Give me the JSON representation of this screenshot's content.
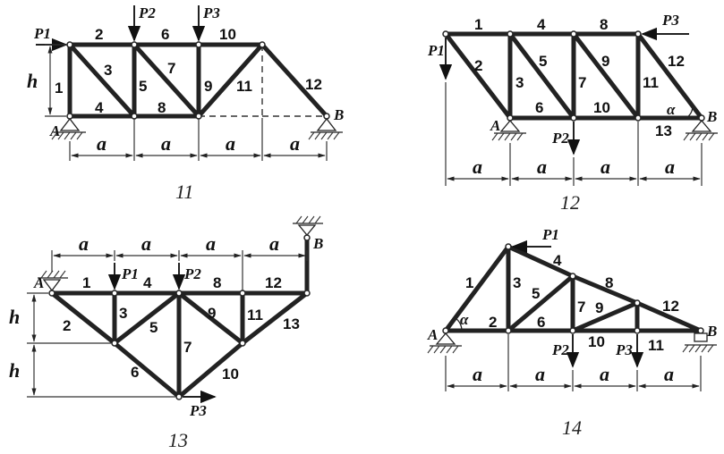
{
  "figures": [
    {
      "number": "11",
      "bar_labels": [
        "1",
        "2",
        "3",
        "4",
        "5",
        "6",
        "7",
        "8",
        "9",
        "10",
        "11",
        "12"
      ],
      "forces": [
        "P1",
        "P2",
        "P3"
      ],
      "supports": [
        "A",
        "B"
      ],
      "dimensions": [
        "a",
        "a",
        "a",
        "a",
        "h"
      ]
    },
    {
      "number": "12",
      "bar_labels": [
        "1",
        "2",
        "3",
        "4",
        "5",
        "6",
        "7",
        "8",
        "9",
        "10",
        "11",
        "12",
        "13"
      ],
      "forces": [
        "P1",
        "P2",
        "P3"
      ],
      "supports": [
        "A",
        "B"
      ],
      "angle": "α",
      "dimensions": [
        "a",
        "a",
        "a",
        "a"
      ]
    },
    {
      "number": "13",
      "bar_labels": [
        "1",
        "2",
        "3",
        "4",
        "5",
        "6",
        "7",
        "8",
        "9",
        "10",
        "11",
        "12",
        "13"
      ],
      "forces": [
        "P1",
        "P2",
        "P3"
      ],
      "supports": [
        "A",
        "B"
      ],
      "dimensions": [
        "a",
        "a",
        "a",
        "a",
        "h",
        "h"
      ]
    },
    {
      "number": "14",
      "bar_labels": [
        "1",
        "2",
        "3",
        "4",
        "5",
        "6",
        "7",
        "8",
        "9",
        "10",
        "11",
        "12"
      ],
      "forces": [
        "P1",
        "P2",
        "P3"
      ],
      "supports": [
        "A",
        "B"
      ],
      "angle": "α",
      "dimensions": [
        "a",
        "a",
        "a",
        "a"
      ]
    }
  ]
}
